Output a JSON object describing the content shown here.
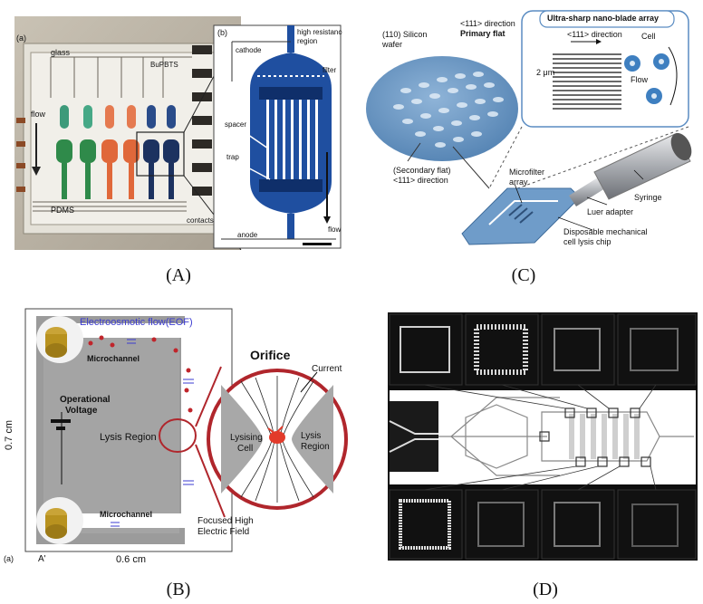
{
  "captions": {
    "a": "(A)",
    "b": "(B)",
    "c": "(C)",
    "d": "(D)"
  },
  "panel_a": {
    "sub_a": "(a)",
    "sub_b": "(b)",
    "glass": "glass",
    "bu": "BuPBTS",
    "flow": "flow",
    "pdms": "PDMS",
    "contacts": "contacts",
    "cathode": "cathode",
    "high_res": "high resistance",
    "region": "region",
    "filter": "filter",
    "spacer": "spacer",
    "trap": "trap",
    "flow2": "flow",
    "anode": "anode"
  },
  "panel_b": {
    "eof": "Electroosmotic flow(EOF)",
    "microchannel_top": "Microchannel",
    "microchannel_bottom": "Microchannel",
    "op1": "Operational",
    "op2": "Voltage",
    "lysis_region": "Lysis Region",
    "dim_v": "0.7 cm",
    "dim_h": "0.6 cm",
    "a_label": "(a)",
    "a_prime": "A'",
    "orifice": "Orifice",
    "current": "Current",
    "lysing1": "Lysising",
    "lysing2": "Cell",
    "lysis2a": "Lysis",
    "lysis2b": "Region",
    "focused1": "Focused High",
    "focused2": "Electric Field"
  },
  "panel_c": {
    "wafer1": "(110) Silicon",
    "wafer2": "wafer",
    "dir1": "<111> direction",
    "dir2": "Primary flat",
    "secondary1": "(Secondary flat)",
    "secondary2": "<111> direction",
    "inset_title": "Ultra-sharp nano-blade array",
    "inset_dir": "<111> direction",
    "inset_um": "2 μm",
    "cell": "Cell",
    "flow": "Flow",
    "microfilter1": "Microfilter",
    "microfilter2": "array",
    "syringe": "Syringe",
    "luer": "Luer adapter",
    "chip1": "Disposable mechanical",
    "chip2": "cell lysis chip"
  },
  "colors": {
    "blue_channel": "#1f4fa0",
    "wafer_blue": "#6f9cc9",
    "panel_b_gray": "#9b9b9b",
    "orifice_red": "#b0262c",
    "eof_blue": "#3b3bd0"
  }
}
